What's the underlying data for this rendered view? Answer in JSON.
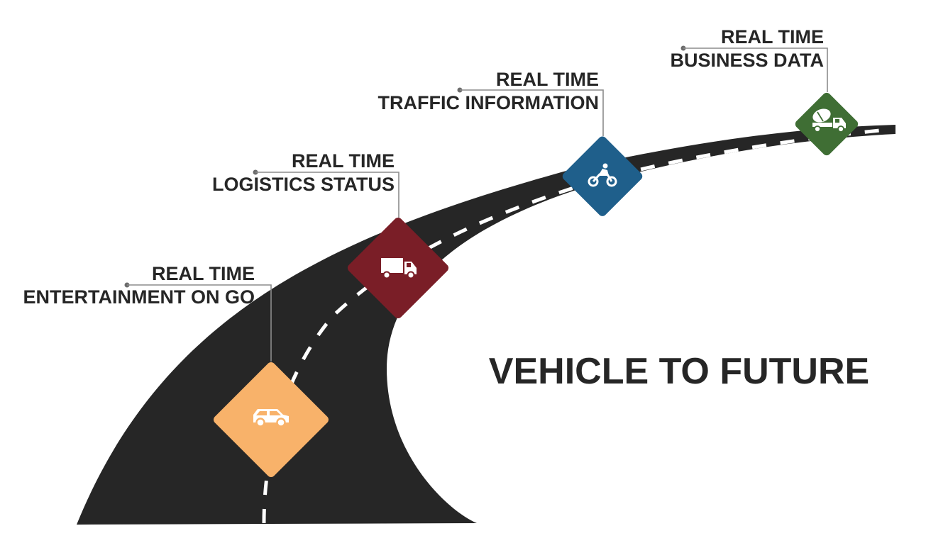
{
  "title": "VEHICLE TO FUTURE",
  "milestones": [
    {
      "line1": "REAL TIME",
      "line2": "ENTERTAINMENT ON GO",
      "icon": "car-icon",
      "color": "#F8B26A"
    },
    {
      "line1": "REAL TIME",
      "line2": "LOGISTICS STATUS",
      "icon": "truck-icon",
      "color": "#7A1E27"
    },
    {
      "line1": "REAL TIME",
      "line2": "TRAFFIC INFORMATION",
      "icon": "motorcycle-icon",
      "color": "#1F5F8B"
    },
    {
      "line1": "REAL TIME",
      "line2": "BUSINESS DATA",
      "icon": "cement-mixer-icon",
      "color": "#3F6E34"
    }
  ],
  "colors": {
    "road": "#262626",
    "lane_marking": "#ffffff",
    "text": "#262626",
    "leader_line": "#8c8c8c"
  }
}
